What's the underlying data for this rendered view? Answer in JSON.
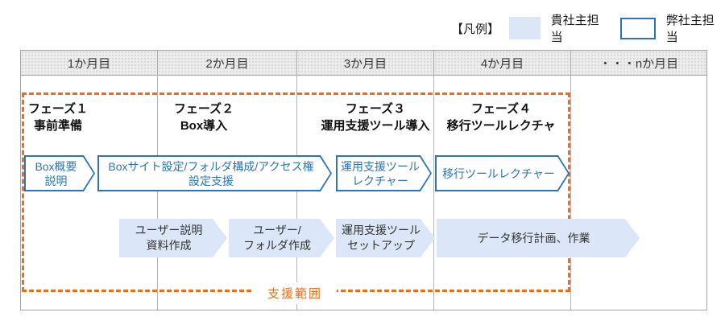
{
  "legend": {
    "title": "【凡例】",
    "items": [
      {
        "label": "貴社主担当",
        "swatch": "filled"
      },
      {
        "label": "弊社主担当",
        "swatch": "outlined"
      }
    ]
  },
  "columns": [
    "1か月目",
    "2か月目",
    "3か月目",
    "4か月目",
    "・・・nか月目"
  ],
  "phases": [
    {
      "title": "フェーズ１",
      "subtitle": "事前準備"
    },
    {
      "title": "フェーズ２",
      "subtitle": "Box導入"
    },
    {
      "title": "フェーズ３",
      "subtitle": "運用支援ツール導入"
    },
    {
      "title": "フェーズ４",
      "subtitle": "移行ツールレクチャ"
    }
  ],
  "vendor_tasks": [
    {
      "lines": [
        "Box概要",
        "説明"
      ]
    },
    {
      "lines": [
        "Boxサイト設定/フォルダ構成/アクセス権",
        "設定支援"
      ]
    },
    {
      "lines": [
        "運用支援ツール",
        "レクチャー"
      ]
    },
    {
      "lines": [
        "移行ツールレクチャー"
      ]
    }
  ],
  "customer_tasks": [
    {
      "lines": [
        "ユーザー説明",
        "資料作成"
      ]
    },
    {
      "lines": [
        "ユーザー/",
        "フォルダ作成"
      ]
    },
    {
      "lines": [
        "運用支援ツール",
        "セットアップ"
      ]
    },
    {
      "lines": [
        "データ移行計画、作業"
      ]
    }
  ],
  "support_scope_label": "支援範囲",
  "colors": {
    "accent_blue": "#2e74b5",
    "fill_blue": "#dbe7f8",
    "scope_orange": "#ed6c1e",
    "header_gray": "#ececec"
  }
}
